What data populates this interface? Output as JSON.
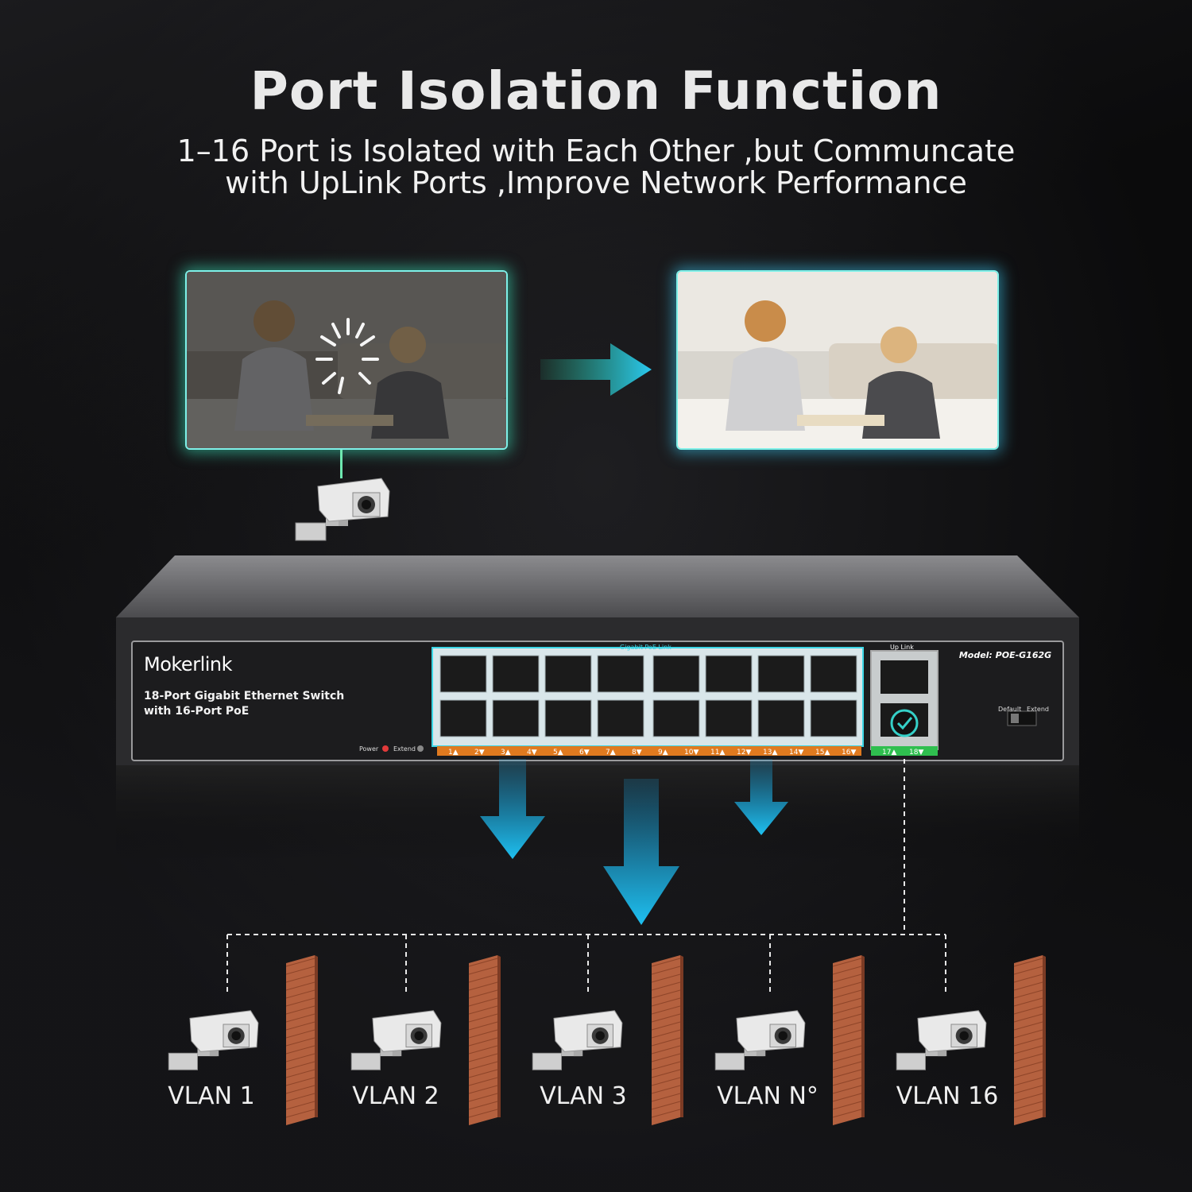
{
  "header": {
    "title": "Port Isolation Function",
    "subtitle_line1": "1–16 Port is Isolated with Each Other ,but Communcate",
    "subtitle_line2": "with UpLink Ports ,Improve Network Performance"
  },
  "switch": {
    "brand": "Mokerlink",
    "description_line1": "18-Port Gigabit Ethernet Switch",
    "description_line2": "with 16-Port PoE",
    "model": "Model: POE-G162G",
    "power_label": "Power",
    "extend_label": "Extend",
    "gigabit_poe_link_label": "Gigabit PoE Link",
    "uplink_label": "Up Link",
    "dip_default_label": "Default",
    "dip_extend_label": "Extend",
    "port_numbers": [
      "1▲",
      "2▼",
      "3▲",
      "4▼",
      "5▲",
      "6▼",
      "7▲",
      "8▼",
      "9▲",
      "10▼",
      "11▲",
      "12▼",
      "13▲",
      "14▼",
      "15▲",
      "16▼"
    ],
    "uplink_port_numbers": [
      "17▲",
      "18▼"
    ]
  },
  "vlans": [
    "VLAN 1",
    "VLAN 2",
    "VLAN 3",
    "VLAN N°",
    "VLAN 16"
  ],
  "colors": {
    "glow_green": "#3ce6be",
    "glow_cyan": "#3cc8f0",
    "arrow_blue": "#1aa7e6",
    "port_label_orange": "#e07a1f",
    "uplink_label_green": "#2fbf4f",
    "brick": "#b5613f"
  },
  "icons": [
    "loading-spinner-icon",
    "right-arrow-icon",
    "down-arrow-icon",
    "check-circle-icon",
    "security-camera-icon",
    "brick-wall-icon"
  ]
}
